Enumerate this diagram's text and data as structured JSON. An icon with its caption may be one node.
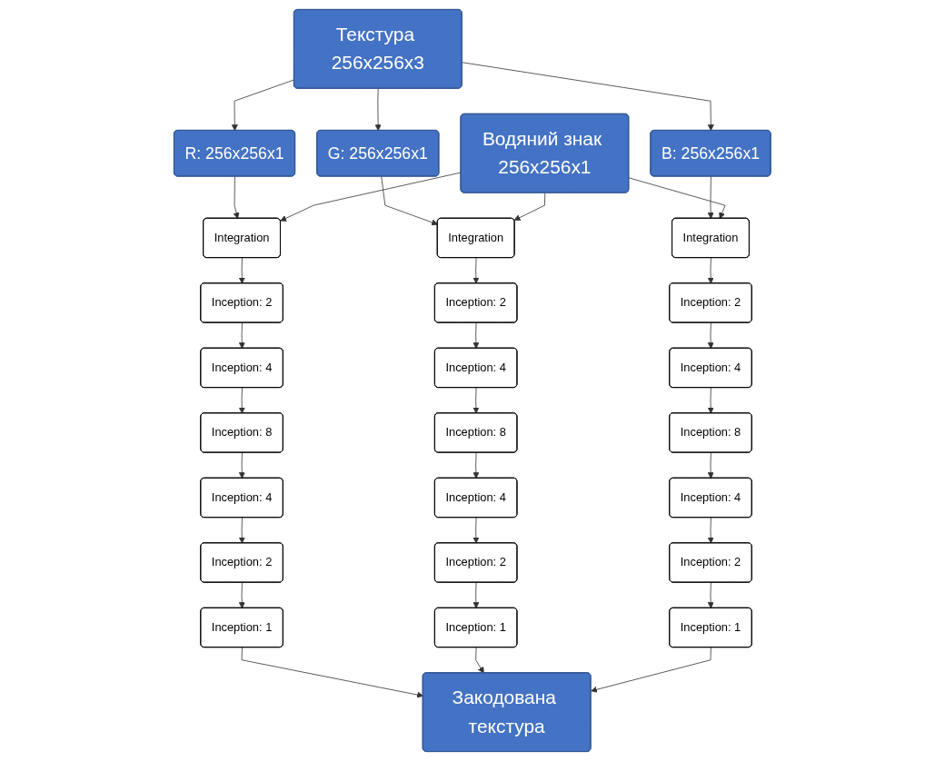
{
  "diagram": {
    "nodes": [
      {
        "text": [
          "Текстура 256x256x3"
        ]
      },
      {
        "text": [
          "R: 256x256x1"
        ]
      },
      {
        "text": [
          "G: 256x256x1"
        ]
      },
      {
        "text": [
          "B: 256x256x1"
        ]
      },
      {
        "text": [
          "Водяний знак 256x256x1"
        ]
      },
      {
        "text": [
          "Integration"
        ]
      },
      {
        "text": [
          "Integration"
        ]
      },
      {
        "text": [
          "Integration"
        ]
      },
      {
        "text": [
          "Inception: 2"
        ]
      },
      {
        "text": [
          "Inception: 2"
        ]
      },
      {
        "text": [
          "Inception: 2"
        ]
      },
      {
        "text": [
          "Inception: 4"
        ]
      },
      {
        "text": [
          "Inception: 4"
        ]
      },
      {
        "text": [
          "Inception: 4"
        ]
      },
      {
        "text": [
          "Inception: 8"
        ]
      },
      {
        "text": [
          "Inception: 8"
        ]
      },
      {
        "text": [
          "Inception: 8"
        ]
      },
      {
        "text": [
          "Inception: 4"
        ]
      },
      {
        "text": [
          "Inception: 4"
        ]
      },
      {
        "text": [
          "Inception: 4"
        ]
      },
      {
        "text": [
          "Inception: 2"
        ]
      },
      {
        "text": [
          "Inception: 2"
        ]
      },
      {
        "text": [
          "Inception: 2"
        ]
      },
      {
        "text": [
          "Inception: 1"
        ]
      },
      {
        "text": [
          "Inception: 1"
        ]
      },
      {
        "text": [
          "Inception: 1"
        ]
      },
      {
        "text": [
          "Закодована текстура"
        ]
      }
    ],
    "edges": [
      {
        "from": 0,
        "to": 1,
        "arrow": "to"
      },
      {
        "from": 0,
        "to": 2,
        "arrow": "to"
      },
      {
        "from": 0,
        "to": 3,
        "arrow": "to"
      },
      {
        "from": 1,
        "to": 5,
        "arrow": "to"
      },
      {
        "from": 4,
        "to": 5,
        "arrow": "to"
      },
      {
        "from": 2,
        "to": 6,
        "arrow": "to"
      },
      {
        "from": 4,
        "to": 6,
        "arrow": "to"
      },
      {
        "from": 3,
        "to": 7,
        "arrow": "to"
      },
      {
        "from": 4,
        "to": 7,
        "arrow": "to"
      },
      {
        "from": 5,
        "to": 8,
        "arrow": "to"
      },
      {
        "from": 8,
        "to": 11,
        "arrow": "to"
      },
      {
        "from": 11,
        "to": 14,
        "arrow": "to"
      },
      {
        "from": 14,
        "to": 17,
        "arrow": "to"
      },
      {
        "from": 17,
        "to": 20,
        "arrow": "to"
      },
      {
        "from": 20,
        "to": 23,
        "arrow": "to"
      },
      {
        "from": 6,
        "to": 9,
        "arrow": "to"
      },
      {
        "from": 9,
        "to": 12,
        "arrow": "to"
      },
      {
        "from": 12,
        "to": 15,
        "arrow": "to"
      },
      {
        "from": 15,
        "to": 18,
        "arrow": "to"
      },
      {
        "from": 18,
        "to": 21,
        "arrow": "to"
      },
      {
        "from": 21,
        "to": 24,
        "arrow": "to"
      },
      {
        "from": 7,
        "to": 10,
        "arrow": "to"
      },
      {
        "from": 10,
        "to": 13,
        "arrow": "to"
      },
      {
        "from": 13,
        "to": 16,
        "arrow": "to"
      },
      {
        "from": 16,
        "to": 19,
        "arrow": "to"
      },
      {
        "from": 19,
        "to": 22,
        "arrow": "to"
      },
      {
        "from": 22,
        "to": 25,
        "arrow": "to"
      },
      {
        "from": 23,
        "to": 26,
        "arrow": "to"
      },
      {
        "from": 24,
        "to": 26,
        "arrow": "to"
      },
      {
        "from": 25,
        "to": 26,
        "arrow": "to"
      }
    ]
  }
}
